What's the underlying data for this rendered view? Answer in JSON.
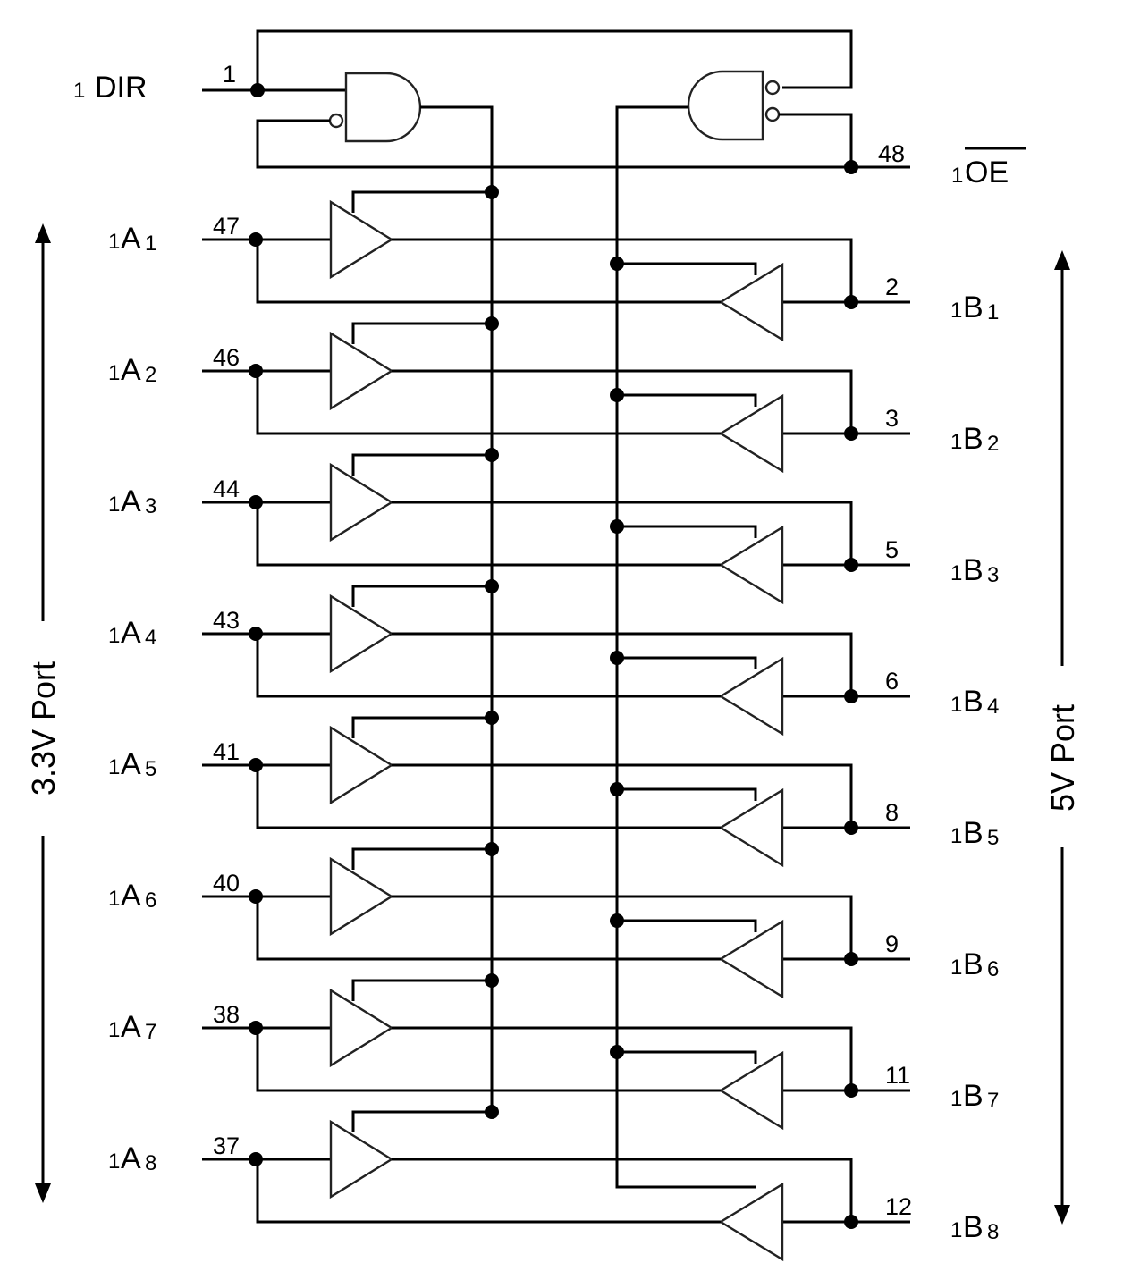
{
  "control": {
    "dir": {
      "prefix": "1",
      "name": "DIR",
      "pin": "1"
    },
    "oe": {
      "prefix": "1",
      "name": "OE",
      "pin": "48",
      "active_low": true
    }
  },
  "a_side": [
    {
      "prefix": "1",
      "name": "A",
      "index": "1",
      "pin": "47"
    },
    {
      "prefix": "1",
      "name": "A",
      "index": "2",
      "pin": "46"
    },
    {
      "prefix": "1",
      "name": "A",
      "index": "3",
      "pin": "44"
    },
    {
      "prefix": "1",
      "name": "A",
      "index": "4",
      "pin": "43"
    },
    {
      "prefix": "1",
      "name": "A",
      "index": "5",
      "pin": "41"
    },
    {
      "prefix": "1",
      "name": "A",
      "index": "6",
      "pin": "40"
    },
    {
      "prefix": "1",
      "name": "A",
      "index": "7",
      "pin": "38"
    },
    {
      "prefix": "1",
      "name": "A",
      "index": "8",
      "pin": "37"
    }
  ],
  "b_side": [
    {
      "prefix": "1",
      "name": "B",
      "index": "1",
      "pin": "2"
    },
    {
      "prefix": "1",
      "name": "B",
      "index": "2",
      "pin": "3"
    },
    {
      "prefix": "1",
      "name": "B",
      "index": "3",
      "pin": "5"
    },
    {
      "prefix": "1",
      "name": "B",
      "index": "4",
      "pin": "6"
    },
    {
      "prefix": "1",
      "name": "B",
      "index": "5",
      "pin": "8"
    },
    {
      "prefix": "1",
      "name": "B",
      "index": "6",
      "pin": "9"
    },
    {
      "prefix": "1",
      "name": "B",
      "index": "7",
      "pin": "11"
    },
    {
      "prefix": "1",
      "name": "B",
      "index": "8",
      "pin": "12"
    }
  ],
  "ports": {
    "left": "3.3V Port",
    "right": "5V Port"
  },
  "colors": {
    "line": "#000000",
    "gate": "#222222",
    "background": "#ffffff"
  }
}
